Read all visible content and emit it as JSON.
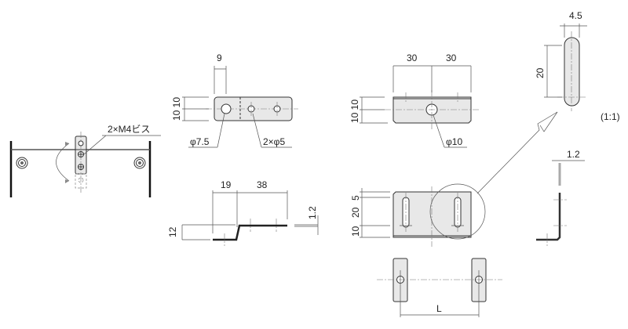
{
  "install_view": {
    "label": "2×M4ビス"
  },
  "flat_plate": {
    "dim_hole_offset": "9",
    "dim_height": "10 10",
    "hole_large": "φ7.5",
    "hole_small": "2×φ5"
  },
  "flat_side": {
    "dim_a": "19",
    "dim_b": "38",
    "dim_offset": "12",
    "dim_thickness": "1.2"
  },
  "angle_top": {
    "dim_left": "30",
    "dim_right": "30",
    "dim_height": "10 10",
    "hole": "φ10"
  },
  "slot_detail": {
    "dim_width": "4.5",
    "dim_length": "20",
    "scale": "(1:1)"
  },
  "angle_front": {
    "dim_top": "5",
    "dim_slot": "20",
    "dim_bottom": "10"
  },
  "angle_side": {
    "dim_thickness": "1.2"
  },
  "pair_view": {
    "dim_pitch": "L"
  }
}
